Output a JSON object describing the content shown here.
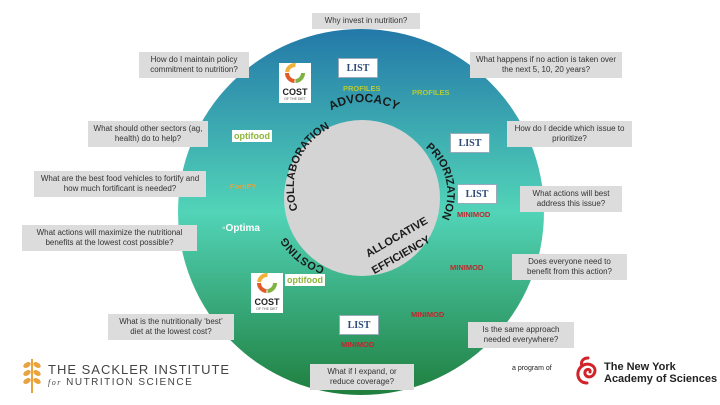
{
  "questions": [
    "Why invest in nutrition?",
    "What happens if no action is taken over the next 5, 10, 20 years?",
    "How do I decide which issue to prioritize?",
    "What actions will best address this issue?",
    "Does everyone need to benefit from this action?",
    "Is the same approach needed everywhere?",
    "What if I expand, or reduce coverage?",
    "What is the nutritionally ‘best’ diet at the lowest cost?",
    "What actions will maximize the nutritional benefits at the lowest cost possible?",
    "What are the best food vehicles to fortify and how much fortificant is  needed?",
    "What should other sectors (ag, health) do to help?",
    "How do I maintain policy commitment to nutrition?"
  ],
  "center_labels": {
    "advocacy": "ADVOCACY",
    "priorization": "PRIORIZATION",
    "allocative": "ALLOCATIVE",
    "efficiency": "EFFICIENCY",
    "costing": "COSTING",
    "collaboration": "COLLABORATION"
  },
  "tool_labels": {
    "profiles1": "PROFILES",
    "profiles2": "PROFILES",
    "minimod1": "MINIMOD",
    "minimod2": "MINIMOD",
    "minimod3": "MINIMOD",
    "minimod4": "MINIMOD",
    "fortify": "FortiFY",
    "optima": "Optima",
    "optifood1": "optifood",
    "optifood2": "optifood",
    "list": "LIST",
    "cost_main": "COST",
    "cost_sub": "OF THE DIET"
  },
  "footer": {
    "sackler_line1": "THE SACKLER INSTITUTE",
    "sackler_for": "for",
    "sackler_line2": "NUTRITION SCIENCE",
    "program_of": "a program of",
    "nyas_line1": "The New York",
    "nyas_line2": "Academy of Sciences"
  },
  "colors": {
    "ring_top": "#2378a8",
    "ring_mid": "#52d4b8",
    "ring_bottom": "#1f7f3e",
    "inner_disc": "#d4d4d4",
    "question_box": "#dcdcdc",
    "minimod_red": "#c0272d",
    "profiles_green": "#b5c936",
    "nyas_red": "#d2232a"
  }
}
